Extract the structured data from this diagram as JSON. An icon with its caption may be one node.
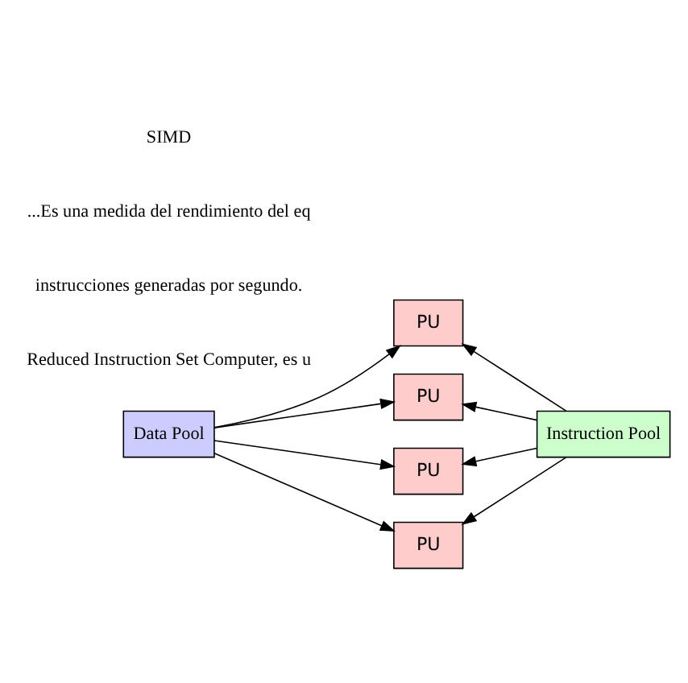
{
  "diagram": {
    "nodes": [
      {
        "text": [
          "Instruction Pool"
        ]
      },
      {
        "text": [
          "Data Pool"
        ]
      },
      {
        "text": [
          "PU"
        ]
      },
      {
        "text": [
          "PU"
        ]
      },
      {
        "text": [
          "PU"
        ]
      },
      {
        "text": [
          "PU"
        ]
      }
    ],
    "edges": [
      {
        "from": 1,
        "to": 2,
        "arrow": "to"
      },
      {
        "from": 1,
        "to": 3,
        "arrow": "to"
      },
      {
        "from": 1,
        "to": 4,
        "arrow": "to"
      },
      {
        "from": 1,
        "to": 5,
        "arrow": "to"
      },
      {
        "from": 0,
        "to": 2,
        "arrow": "to"
      },
      {
        "from": 0,
        "to": 3,
        "arrow": "to"
      },
      {
        "from": 0,
        "to": 4,
        "arrow": "to"
      },
      {
        "from": 0,
        "to": 5,
        "arrow": "to"
      }
    ],
    "labels": [
      "SIMD",
      "...Es una medida del rendimiento del eq",
      "instrucciones generadas por segundo.",
      "Reduced Instruction Set Computer, es u"
    ]
  }
}
